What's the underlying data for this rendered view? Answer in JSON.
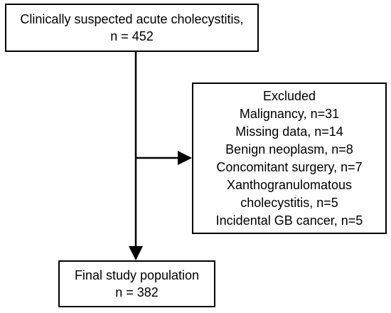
{
  "flowchart": {
    "top_box": {
      "lines": [
        "Clinically suspected acute cholecystitis,",
        "n = 452"
      ]
    },
    "excluded_box": {
      "lines": [
        "Excluded",
        "Malignancy, n=31",
        "Missing data, n=14",
        "Benign neoplasm, n=8",
        "Concomitant surgery, n=7",
        "Xanthogranulomatous",
        "cholecystitis, n=5",
        "Incidental GB cancer, n=5"
      ]
    },
    "final_box": {
      "lines": [
        "Final study population",
        "n = 382"
      ]
    }
  }
}
